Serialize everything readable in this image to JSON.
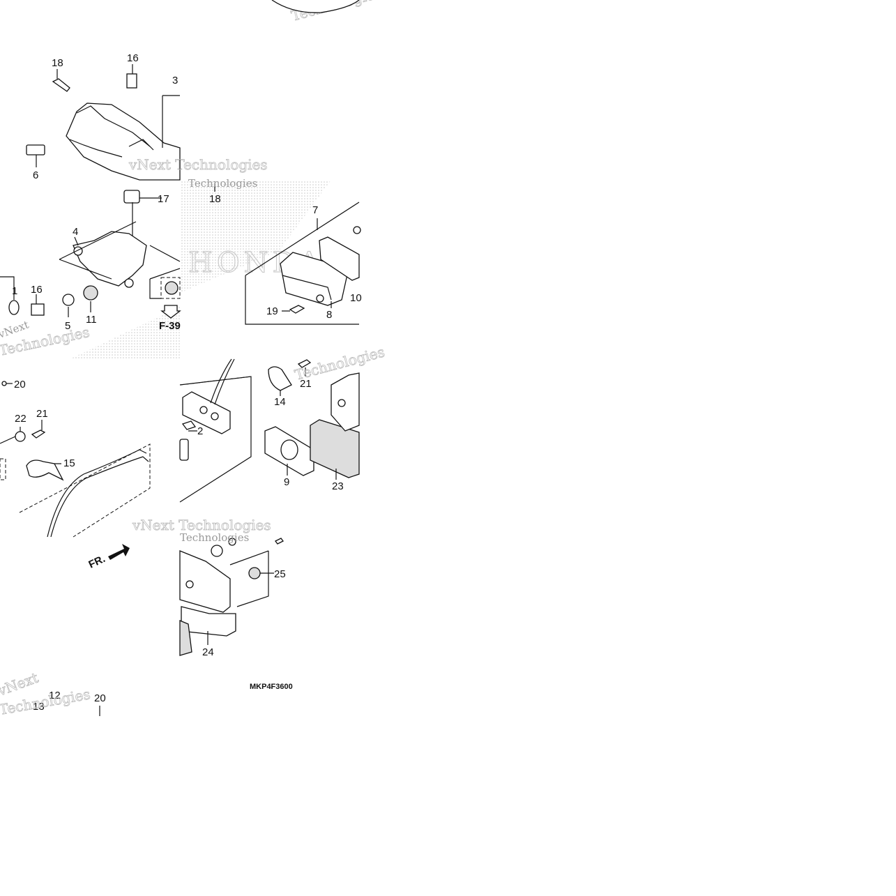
{
  "diagram": {
    "drawing_code": "MKP4F3600",
    "front_indicator": "FR.",
    "ref_label": "F-39",
    "watermarks": {
      "a": "vNext",
      "b": "Technologies",
      "c": "vNext Technologies"
    },
    "callouts": {
      "c18a": "18",
      "c16a": "16",
      "c3": "3",
      "c6": "6",
      "c17": "17",
      "c4": "4",
      "c1": "1",
      "c16b": "16",
      "c5": "5",
      "c11": "11",
      "c18b": "18",
      "c7": "7",
      "c19": "19",
      "c8": "8",
      "c10": "10",
      "c20a": "20",
      "c22": "22",
      "c21a": "21",
      "c15": "15",
      "c14": "14",
      "c21b": "21",
      "c2": "2",
      "c9": "9",
      "c23": "23",
      "c25": "25",
      "c24": "24",
      "c12": "12",
      "c13": "13",
      "c20b": "20"
    }
  }
}
